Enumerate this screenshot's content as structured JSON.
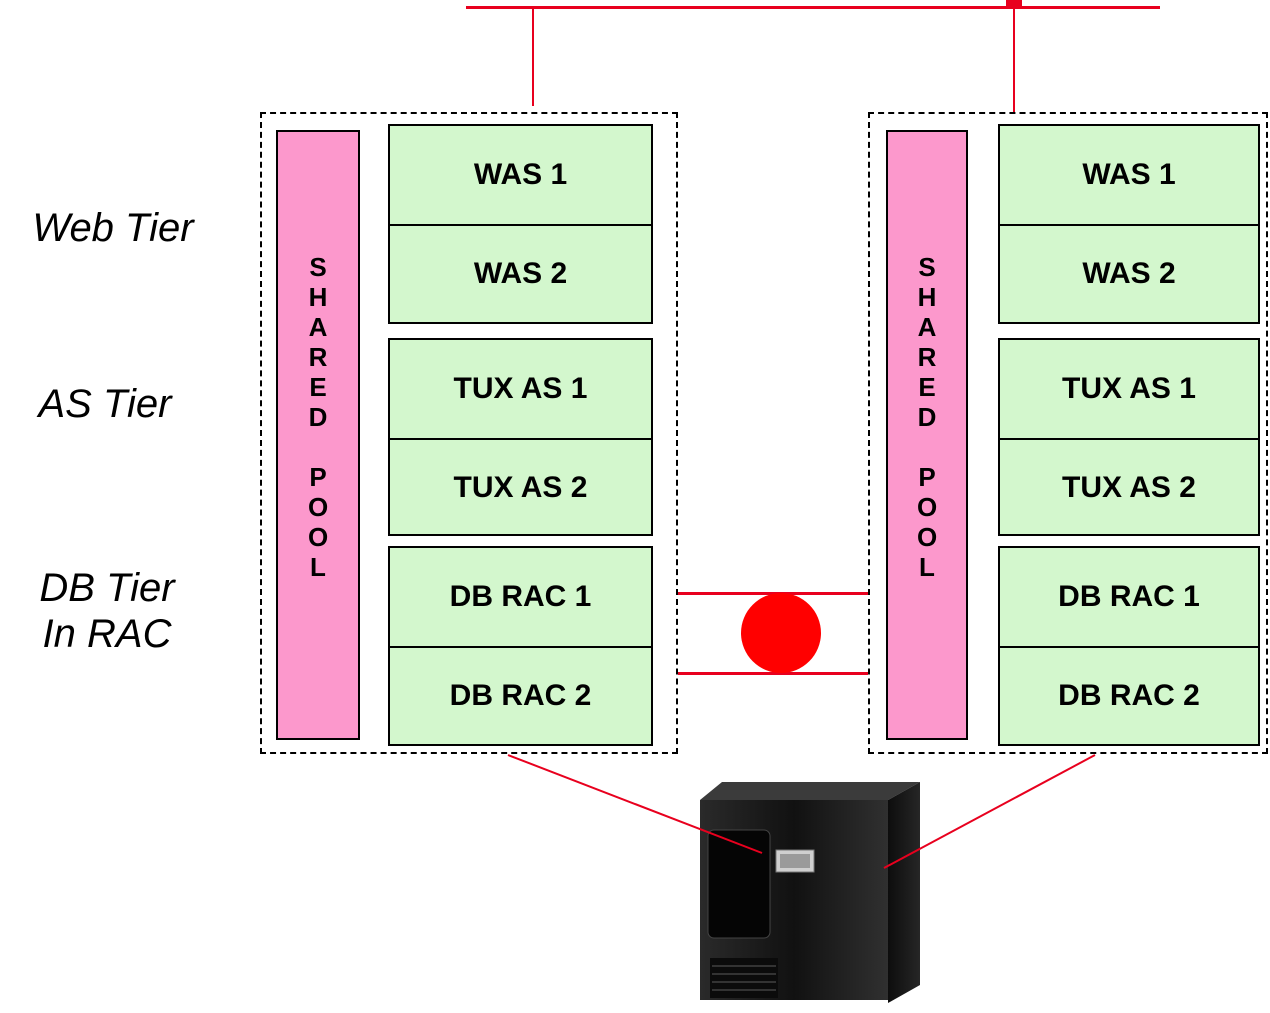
{
  "tier_labels": {
    "web": "Web Tier",
    "as": "AS Tier",
    "db_line1": "DB Tier",
    "db_line2": "In RAC"
  },
  "shared_pool_letters": [
    "S",
    "H",
    "A",
    "R",
    "E",
    "D",
    "",
    "P",
    "O",
    "O",
    "L"
  ],
  "nodes": [
    {
      "servers": {
        "web": [
          "WAS 1",
          "WAS 2"
        ],
        "as": [
          "TUX AS 1",
          "TUX AS 2"
        ],
        "db": [
          "DB RAC 1",
          "DB RAC 2"
        ]
      }
    },
    {
      "servers": {
        "web": [
          "WAS 1",
          "WAS 2"
        ],
        "as": [
          "TUX AS 1",
          "TUX AS 2"
        ],
        "db": [
          "DB RAC 1",
          "DB RAC 2"
        ]
      }
    }
  ],
  "colors": {
    "wire": "#e8001e",
    "server_fill": "#d3f7cd",
    "shared_pool_fill": "#fc98cc",
    "interconnect": "#ff0000",
    "storage_body": "#1a1a1a"
  },
  "icons": {
    "storage": "storage-server-icon",
    "interconnect": "interconnect-node-icon"
  }
}
